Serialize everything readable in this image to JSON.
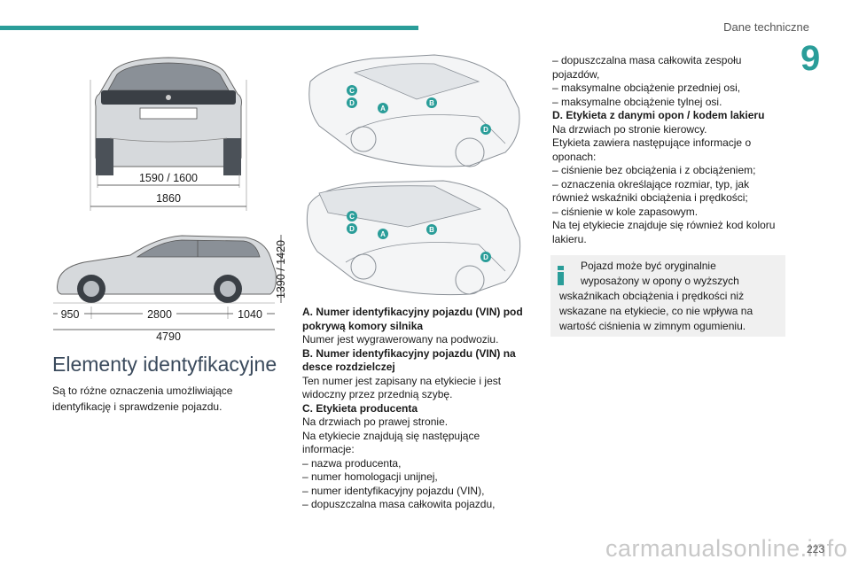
{
  "header": {
    "section": "Dane techniczne",
    "chapter": "9"
  },
  "page_number": "223",
  "watermark": "carmanualsonline.info",
  "dimensions": {
    "track": "1590 / 1600",
    "width": "1860",
    "front_overhang": "950",
    "wheelbase": "2800",
    "rear_overhang": "1040",
    "length": "4790",
    "height": "1390 / 1420"
  },
  "markers": {
    "a": "A",
    "b": "B",
    "c": "C",
    "d": "D"
  },
  "heading": "Elementy identyfikacyjne",
  "intro": [
    "Są to różne oznaczenia umożliwiające",
    "identyfikację i sprawdzenie pojazdu."
  ],
  "col2": [
    {
      "t": "A. Numer identyfikacyjny pojazdu (VIN) pod",
      "b": true
    },
    {
      "t": "pokrywą komory silnika",
      "b": true
    },
    {
      "t": "Numer jest wygrawerowany na podwoziu.",
      "b": false
    },
    {
      "t": "B. Numer identyfikacyjny pojazdu (VIN) na",
      "b": true
    },
    {
      "t": "desce rozdzielczej",
      "b": true
    },
    {
      "t": "Ten numer jest zapisany na etykiecie i jest",
      "b": false
    },
    {
      "t": "widoczny przez przednią szybę.",
      "b": false
    },
    {
      "t": "C. Etykieta producenta",
      "b": true
    },
    {
      "t": "Na drzwiach po prawej stronie.",
      "b": false
    },
    {
      "t": "Na etykiecie znajdują się następujące",
      "b": false
    },
    {
      "t": "informacje:",
      "b": false
    },
    {
      "t": "–  nazwa producenta,",
      "b": false
    },
    {
      "t": "–  numer homologacji unijnej,",
      "b": false
    },
    {
      "t": "–  numer identyfikacyjny pojazdu (VIN),",
      "b": false
    },
    {
      "t": "–  dopuszczalna masa całkowita pojazdu,",
      "b": false
    }
  ],
  "col3": [
    {
      "t": "–  dopuszczalna masa całkowita zespołu",
      "b": false
    },
    {
      "t": "pojazdów,",
      "b": false
    },
    {
      "t": "–  maksymalne obciążenie przedniej osi,",
      "b": false
    },
    {
      "t": "–  maksymalne obciążenie tylnej osi.",
      "b": false
    },
    {
      "t": "D. Etykieta z danymi opon / kodem lakieru",
      "b": true
    },
    {
      "t": "Na drzwiach po stronie kierowcy.",
      "b": false
    },
    {
      "t": "Etykieta zawiera następujące informacje o",
      "b": false
    },
    {
      "t": "oponach:",
      "b": false
    },
    {
      "t": "–  ciśnienie bez obciążenia i z obciążeniem;",
      "b": false
    },
    {
      "t": "–  oznaczenia określające rozmiar, typ, jak",
      "b": false
    },
    {
      "t": "również wskaźniki obciążenia i prędkości;",
      "b": false
    },
    {
      "t": "–  ciśnienie w kole zapasowym.",
      "b": false
    },
    {
      "t": "Na tej etykiecie znajduje się również kod koloru",
      "b": false
    },
    {
      "t": "lakieru.",
      "b": false
    }
  ],
  "note": [
    "Pojazd może być oryginalnie",
    "wyposażony w opony o wyższych",
    "wskaźnikach obciążenia i prędkości niż",
    "wskazane na etykiecie, co nie wpływa na",
    "wartość ciśnienia w zimnym ogumieniu."
  ],
  "colors": {
    "accent": "#2a9d99",
    "note_bg": "#f0f0f0",
    "heading": "#3a4a5c"
  }
}
